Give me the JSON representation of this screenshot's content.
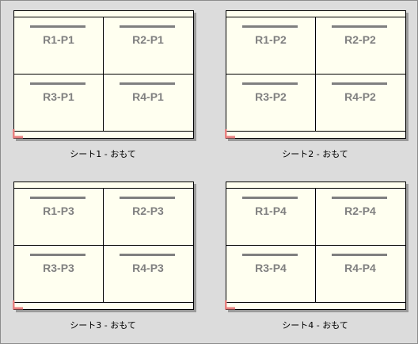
{
  "sheets": [
    {
      "caption": "シート1 - おもて",
      "cells": [
        "R1-P1",
        "R2-P1",
        "R3-P1",
        "R4-P1"
      ]
    },
    {
      "caption": "シート2 - おもて",
      "cells": [
        "R1-P2",
        "R2-P2",
        "R3-P2",
        "R4-P2"
      ]
    },
    {
      "caption": "シート3 - おもて",
      "cells": [
        "R1-P3",
        "R2-P3",
        "R3-P3",
        "R4-P3"
      ]
    },
    {
      "caption": "シート4 - おもて",
      "cells": [
        "R1-P4",
        "R2-P4",
        "R3-P4",
        "R4-P4"
      ]
    }
  ],
  "colors": {
    "paper": "#fffff0",
    "background": "#dcdcdc",
    "label": "#808080",
    "corner_mark": "#e88080"
  }
}
